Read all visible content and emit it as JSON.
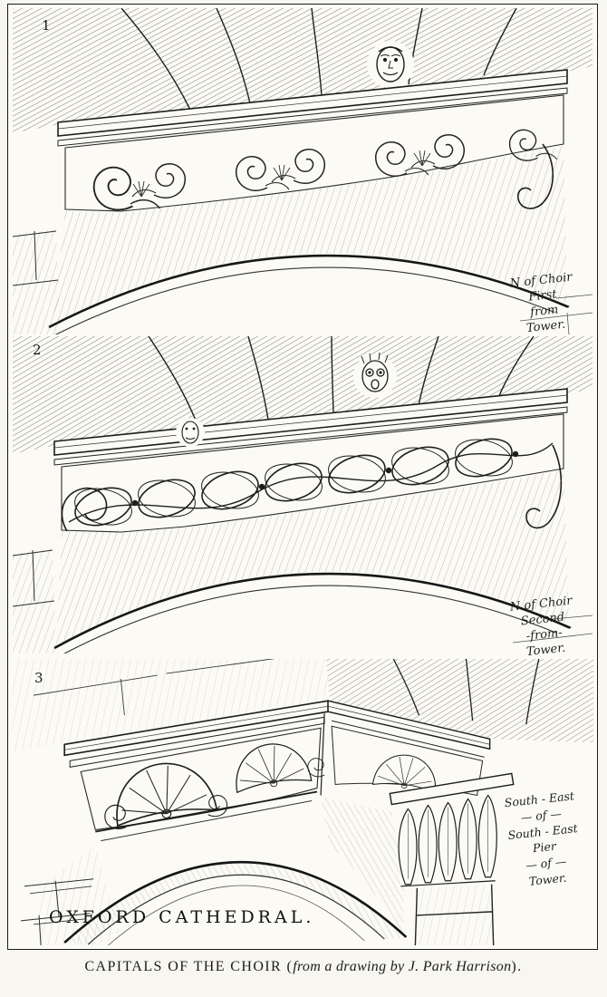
{
  "plate": {
    "title": "OXFORD CATHEDRAL.",
    "figures": [
      {
        "number": "1",
        "annotation": [
          "N of Choir",
          "First",
          "from",
          "Tower."
        ]
      },
      {
        "number": "2",
        "annotation": [
          "N of Choir",
          "Second",
          "-from-",
          "Tower."
        ]
      },
      {
        "number": "3",
        "annotation": [
          "South - East",
          "— of —",
          "South - East",
          "Pier",
          "— of —",
          "Tower."
        ]
      }
    ]
  },
  "caption": {
    "roman": "CAPITALS OF THE CHOIR (",
    "italic": "from a drawing by J. Park Harrison",
    "close": ")."
  }
}
